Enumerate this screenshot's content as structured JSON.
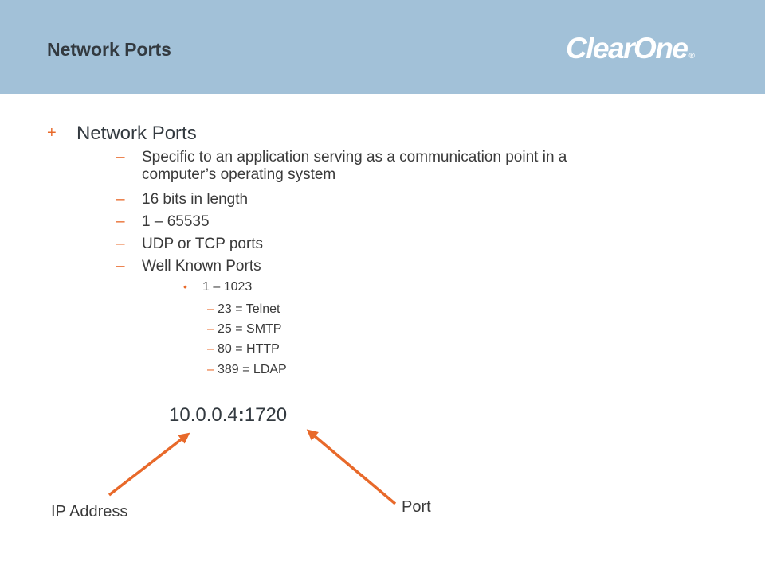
{
  "header": {
    "title": "Network Ports",
    "logo_text": "ClearOne",
    "logo_mark": "®",
    "background": "#a2c1d8"
  },
  "content": {
    "heading": "Network Ports",
    "bullet_marker": "+",
    "items": [
      {
        "line1": "Specific to an application serving as a communication point in a",
        "line2": "computer’s operating system"
      },
      {
        "line1": "16 bits in length"
      },
      {
        "line1": "1 – 65535"
      },
      {
        "line1": "UDP or TCP ports"
      },
      {
        "line1": "Well Known Ports"
      }
    ],
    "sub_item": "1 – 1023",
    "port_examples": [
      "23 = Telnet",
      "25 = SMTP",
      "80 = HTTP",
      "389 = LDAP"
    ]
  },
  "socket": {
    "ip": "10.0.0.4",
    "separator": ":",
    "port": "1720"
  },
  "annotations": {
    "ip_label": "IP Address",
    "port_label": "Port",
    "arrow_color": "#e8692a"
  }
}
